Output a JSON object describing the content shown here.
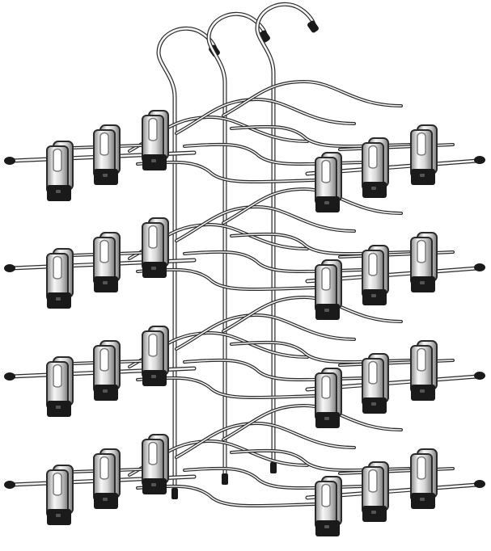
{
  "image": {
    "subject": "hanger-stack",
    "hanger_count": 3,
    "tiers_per_hanger": 4,
    "clips_per_bar_side": 3
  },
  "colors": {
    "background": "#ffffff",
    "chrome_light": "#f4f4f4",
    "chrome_mid": "#c9c9c9",
    "chrome_dark": "#7a7a7a",
    "outline": "#2b2b2b",
    "black_tip": "#1a1a1a"
  }
}
